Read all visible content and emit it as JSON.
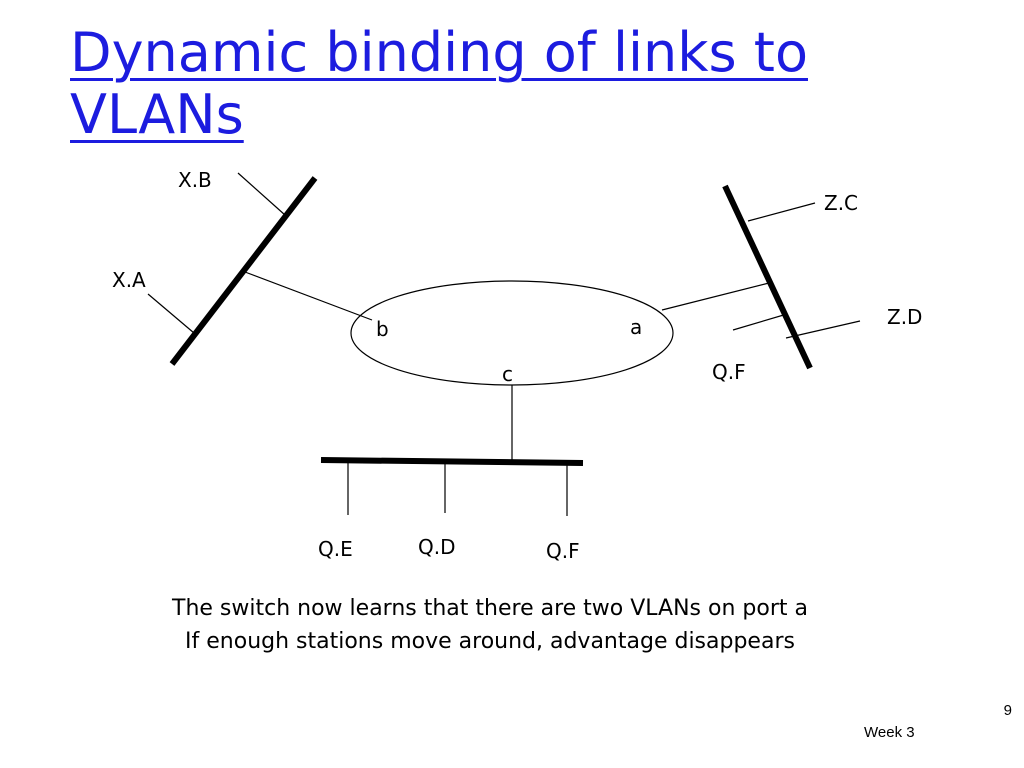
{
  "slide": {
    "title": "Dynamic binding of links to VLANs",
    "caption_line1": "The switch now learns that there are two VLANs on port a",
    "caption_line2": "If enough stations move around, advantage disappears",
    "page_number": "9",
    "footer": "Week 3"
  },
  "diagram": {
    "switch_ports": {
      "b": "b",
      "a": "a",
      "c": "c"
    },
    "left_lan_stations": {
      "top": "X.B",
      "bottom": "X.A"
    },
    "right_lan_stations": {
      "top": "Z.C",
      "right": "Z.D",
      "left": "Q.F"
    },
    "bottom_lan_stations": {
      "left": "Q.E",
      "middle": "Q.D",
      "right": "Q.F"
    }
  }
}
